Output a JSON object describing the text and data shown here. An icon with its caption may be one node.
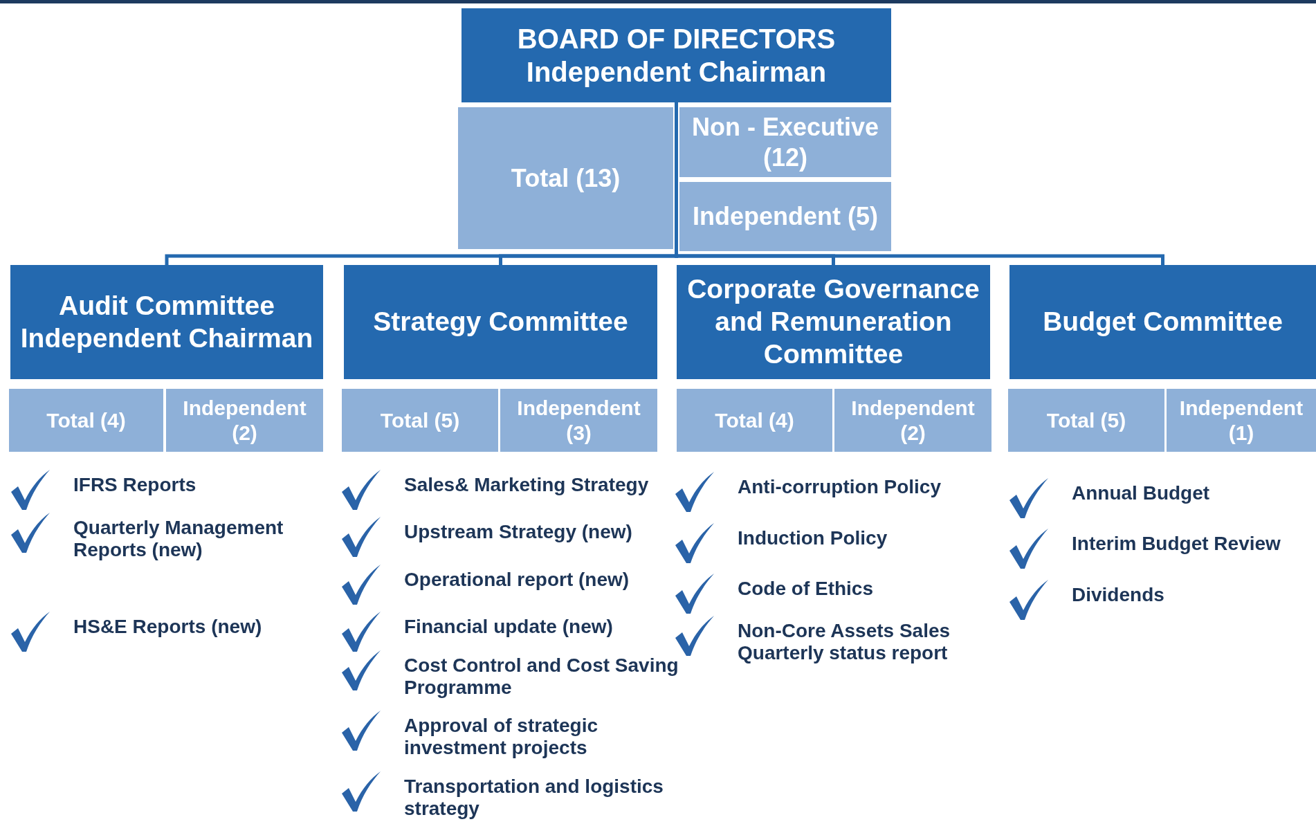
{
  "diagram": {
    "nodes": [
      {
        "text": [
          "BOARD OF DIRECTORS",
          "Independent Chairman"
        ]
      },
      {
        "text": [
          "Total (13)"
        ]
      },
      {
        "text": [
          "Non - Executive (12)"
        ]
      },
      {
        "text": [
          "Independent (5)"
        ]
      },
      {
        "text": [
          "Audit Committee",
          "Independent Chairman"
        ]
      },
      {
        "text": [
          "Total (4)"
        ]
      },
      {
        "text": [
          "Independent (2)"
        ]
      },
      {
        "text": [
          "Strategy Committee"
        ]
      },
      {
        "text": [
          "Total (5)"
        ]
      },
      {
        "text": [
          "Independent (3)"
        ]
      },
      {
        "text": [
          "Corporate Governance and Remuneration Committee"
        ]
      },
      {
        "text": [
          "Total (4)"
        ]
      },
      {
        "text": [
          "Independent (2)"
        ]
      },
      {
        "text": [
          "Budget Committee"
        ]
      },
      {
        "text": [
          "Total (5)"
        ]
      },
      {
        "text": [
          "Independent (1)"
        ]
      }
    ],
    "edges": [
      {
        "from": 0,
        "to": 4,
        "arrow": "none"
      },
      {
        "from": 0,
        "to": 7,
        "arrow": "none"
      },
      {
        "from": 0,
        "to": 10,
        "arrow": "none"
      },
      {
        "from": 0,
        "to": 13,
        "arrow": "none"
      }
    ],
    "labels": [
      "IFRS Reports",
      "Quarterly Management Reports (new)",
      "HS&E Reports (new)",
      "Sales& Marketing Strategy",
      "Upstream Strategy (new)",
      "Operational report (new)",
      "Financial update (new)",
      "Cost Control and Cost Saving Programme",
      "Approval of strategic investment projects",
      "Transportation and logistics strategy",
      "Anti-corruption Policy",
      "Induction Policy",
      "Code of Ethics",
      "Non-Core Assets Sales Quarterly status report",
      "Annual Budget",
      "Interim Budget Review",
      "Dividends"
    ]
  }
}
